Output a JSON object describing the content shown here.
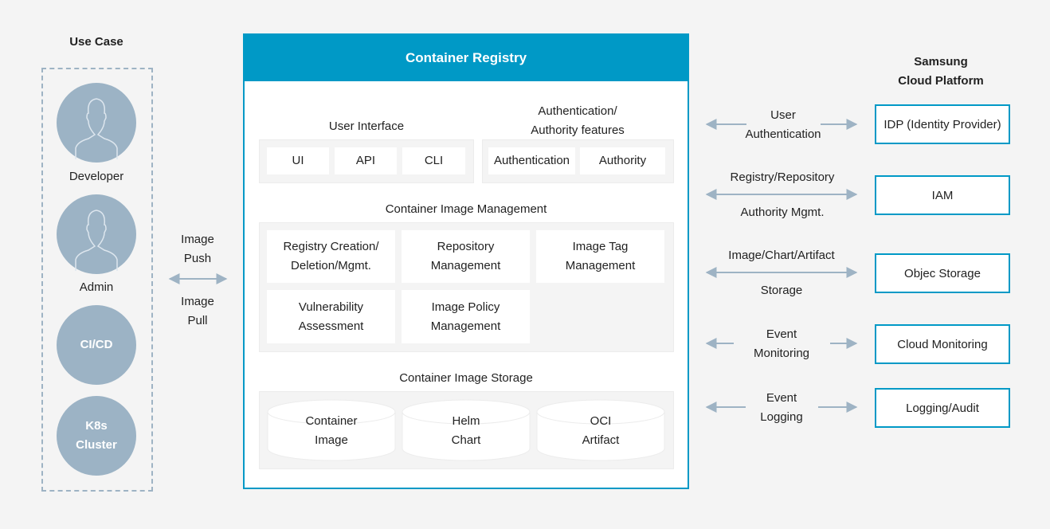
{
  "use_case": {
    "title": "Use Case",
    "actors": [
      {
        "label": "Developer",
        "icon": "person-icon"
      },
      {
        "label": "Admin",
        "icon": "person-icon"
      },
      {
        "label": "CI/CD"
      },
      {
        "label": "K8s",
        "label2": "Cluster"
      }
    ]
  },
  "push_pull": {
    "push_1": "Image",
    "push_2": "Push",
    "pull_1": "Image",
    "pull_2": "Pull"
  },
  "registry": {
    "title": "Container Registry",
    "user_interface": {
      "title": "User Interface",
      "items": [
        "UI",
        "API",
        "CLI"
      ]
    },
    "auth": {
      "title_1": "Authentication/",
      "title_2": "Authority features",
      "items": [
        "Authentication",
        "Authority"
      ]
    },
    "management": {
      "title": "Container Image Management",
      "items": [
        {
          "l1": "Registry Creation/",
          "l2": "Deletion/Mgmt."
        },
        {
          "l1": "Repository",
          "l2": "Management"
        },
        {
          "l1": "Image Tag",
          "l2": "Management"
        },
        {
          "l1": "Vulnerability",
          "l2": "Assessment"
        },
        {
          "l1": "Image Policy",
          "l2": "Management"
        }
      ]
    },
    "storage": {
      "title": "Container Image Storage",
      "items": [
        {
          "l1": "Container",
          "l2": "Image"
        },
        {
          "l1": "Helm",
          "l2": "Chart"
        },
        {
          "l1": "OCI",
          "l2": "Artifact"
        }
      ]
    }
  },
  "platform": {
    "title_1": "Samsung",
    "title_2": "Cloud Platform",
    "services": [
      {
        "name": "IDP (Identity Provider)",
        "l1": "User",
        "l2": "Authentication"
      },
      {
        "name": "IAM",
        "l1": "Registry/Repository",
        "l2": "Authority Mgmt."
      },
      {
        "name": "Objec Storage",
        "l1": "Image/Chart/Artifact",
        "l2": "Storage"
      },
      {
        "name": "Cloud Monitoring",
        "l1": "Event",
        "l2": "Monitoring"
      },
      {
        "name": "Logging/Audit",
        "l1": "Event",
        "l2": "Logging"
      }
    ]
  },
  "colors": {
    "accent": "#0099c6",
    "actor": "#9cb3c5",
    "arrow": "#9eb3c4",
    "panel": "#f4f4f4"
  }
}
